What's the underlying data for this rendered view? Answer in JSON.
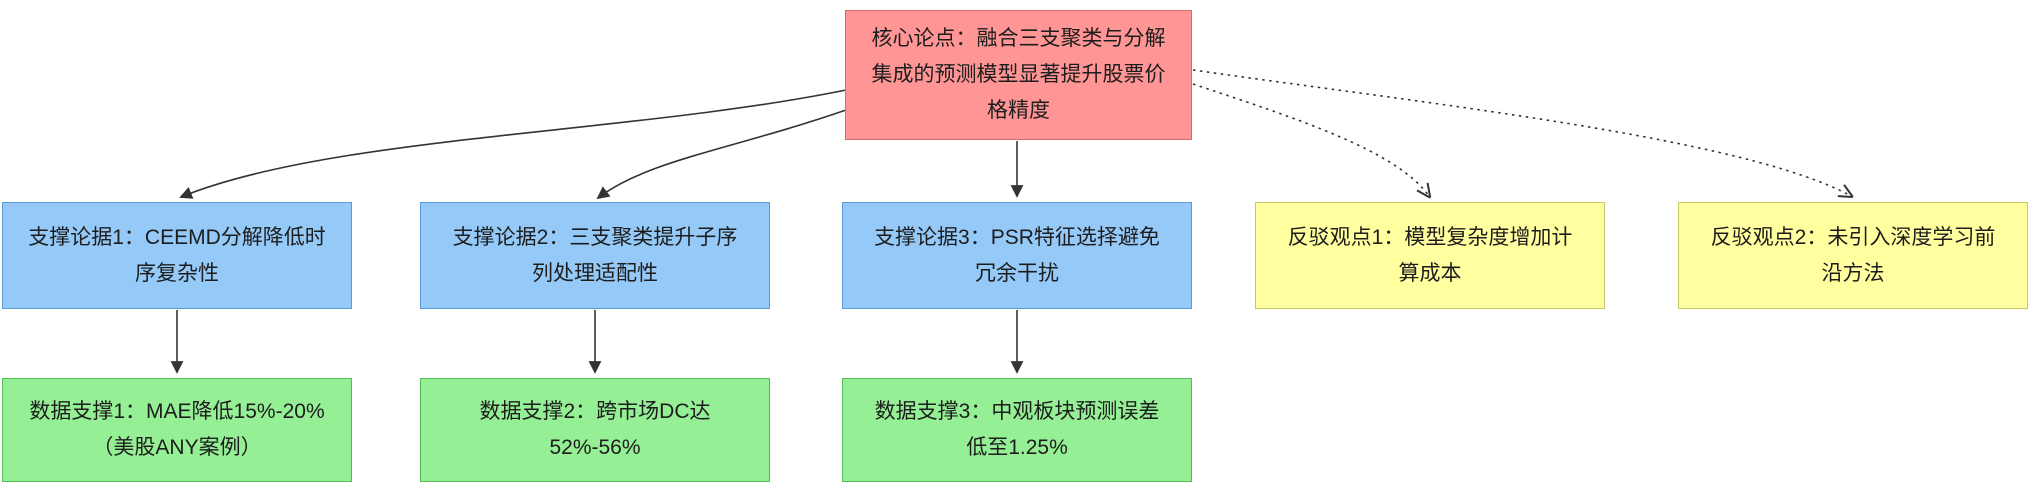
{
  "diagram": {
    "type": "argument-flowchart",
    "background": "#ffffff",
    "edge_color": "#333333",
    "nodes": {
      "core": {
        "label": "核心论点：融合三支聚类与分解集成的预测模型显著提升股票价格精度",
        "fill": "#ff9595",
        "border": "#d66a6a"
      },
      "support1": {
        "label": "支撑论据1：CEEMD分解降低时序复杂性",
        "fill": "#94c9f8",
        "border": "#5b9bd5"
      },
      "support2": {
        "label": "支撑论据2：三支聚类提升子序列处理适配性",
        "fill": "#94c9f8",
        "border": "#5b9bd5"
      },
      "support3": {
        "label": "支撑论据3：PSR特征选择避免冗余干扰",
        "fill": "#94c9f8",
        "border": "#5b9bd5"
      },
      "rebuttal1": {
        "label": "反驳观点1：模型复杂度增加计算成本",
        "fill": "#ffffa0",
        "border": "#c9c96a"
      },
      "rebuttal2": {
        "label": "反驳观点2：未引入深度学习前沿方法",
        "fill": "#ffffa0",
        "border": "#c9c96a"
      },
      "data1": {
        "label": "数据支撑1：MAE降低15%-20%（美股ANY案例）",
        "fill": "#95ef95",
        "border": "#55bb55"
      },
      "data2": {
        "label": "数据支撑2：跨市场DC达52%-56%",
        "fill": "#95ef95",
        "border": "#55bb55"
      },
      "data3": {
        "label": "数据支撑3：中观板块预测误差低至1.25%",
        "fill": "#95ef95",
        "border": "#55bb55"
      }
    },
    "edges": [
      {
        "from": "core",
        "to": "support1",
        "style": "solid"
      },
      {
        "from": "core",
        "to": "support2",
        "style": "solid"
      },
      {
        "from": "core",
        "to": "support3",
        "style": "solid"
      },
      {
        "from": "core",
        "to": "rebuttal1",
        "style": "dotted"
      },
      {
        "from": "core",
        "to": "rebuttal2",
        "style": "dotted"
      },
      {
        "from": "support1",
        "to": "data1",
        "style": "solid"
      },
      {
        "from": "support2",
        "to": "data2",
        "style": "solid"
      },
      {
        "from": "support3",
        "to": "data3",
        "style": "solid"
      }
    ]
  }
}
